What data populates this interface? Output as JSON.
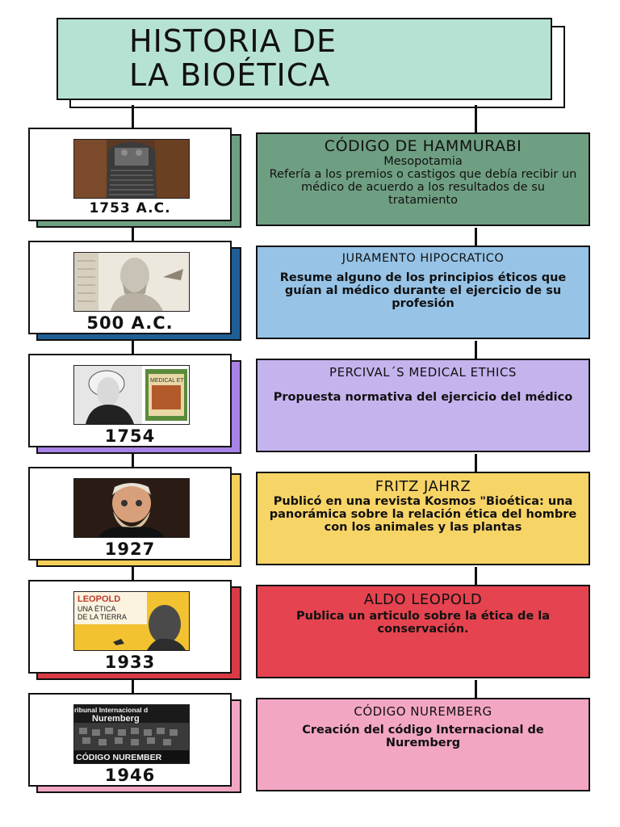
{
  "title_line1": "HISTORIA DE",
  "title_line2": "LA BIOÉTICA",
  "events": [
    {
      "year": "1753 A.C.",
      "heading": "CÓDIGO DE HAMMURABI",
      "subheading": "Mesopotamia",
      "body": "Refería a los premios o castigos que debía recibir un médico de acuerdo a los resultados de su tratamiento",
      "card_color": "#6f9f82",
      "shadow_color": "#6f9f82",
      "image": "hammurabi-stele-image"
    },
    {
      "year": "500 A.C.",
      "heading": "JURAMENTO HIPOCRATICO",
      "body": "Resume alguno de los principios éticos que guían al médico durante el ejercicio de su profesión",
      "card_color": "#96c3e6",
      "shadow_color": "#1f5f96",
      "image": "hippocrates-bust-image"
    },
    {
      "year": "1754",
      "heading": "PERCIVAL´S MEDICAL ETHICS",
      "body": "Propuesta normativa del ejercicio del médico",
      "card_color": "#c5b3ee",
      "shadow_color": "#a982e6",
      "image": "percival-portrait-image"
    },
    {
      "year": "1927",
      "heading": "FRITZ JAHRZ",
      "body": "Publicó en una revista Kosmos \"Bioética: una panorámica sobre la relación ética del hombre con los animales y las plantas",
      "card_color": "#f7d466",
      "shadow_color": "#f4d05a",
      "image": "fritz-jahr-portrait-image"
    },
    {
      "year": "1933",
      "heading": "ALDO LEOPOLD",
      "body": "Publica un articulo sobre la ética de la conservación.",
      "card_color": "#e5434f",
      "shadow_color": "#d83a46",
      "image": "leopold-book-cover-image",
      "image_text": [
        "LEOPOLD",
        "UNA ÉTICA",
        "DE LA TIERRA"
      ]
    },
    {
      "year": "1946",
      "heading": "CÓDIGO NUREMBERG",
      "body": "Creación del código Internacional de Nuremberg",
      "card_color": "#f3a6c3",
      "shadow_color": "#f3a6c3",
      "image": "nuremberg-tribunal-image",
      "image_text": [
        "ribunal Internacional d",
        "Nuremberg",
        "CÓDIGO NUREMBER"
      ]
    }
  ]
}
